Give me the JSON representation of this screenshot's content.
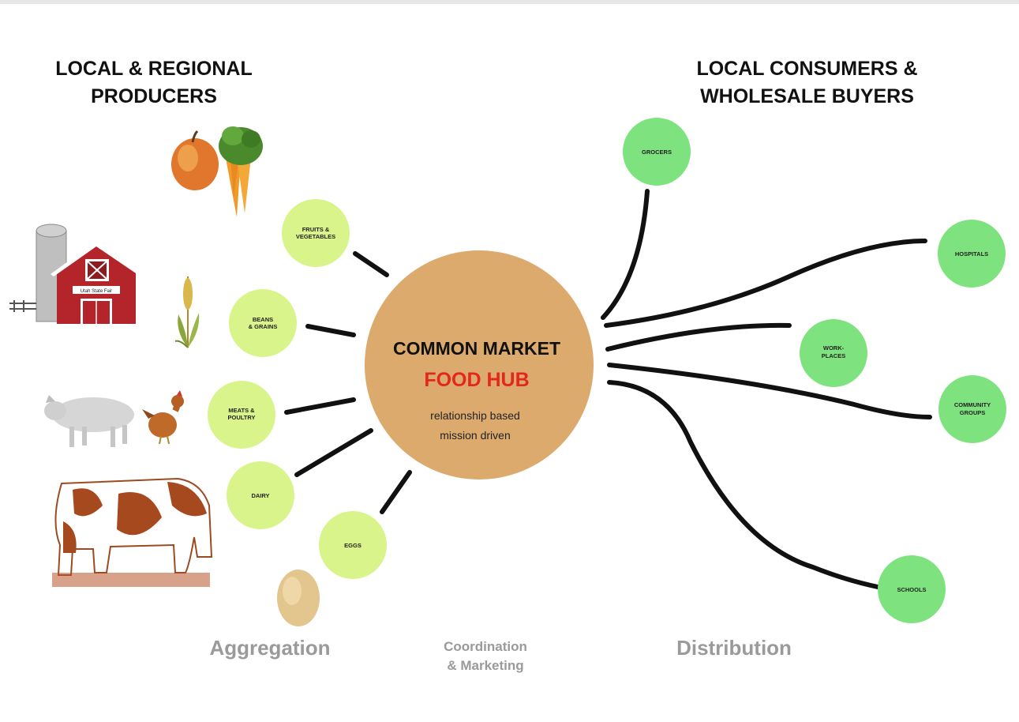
{
  "headings": {
    "producers": [
      "LOCAL & REGIONAL",
      "PRODUCERS"
    ],
    "consumers": [
      "LOCAL CONSUMERS &",
      "WHOLESALE BUYERS"
    ]
  },
  "hub": {
    "title": "COMMON MARKET",
    "subtitle": "FOOD HUB",
    "description": [
      "relationship based",
      "mission driven"
    ]
  },
  "producer_nodes": [
    {
      "lines": [
        "FRUITS &",
        "VEGETABLES"
      ]
    },
    {
      "lines": [
        "BEANS",
        "& GRAINS"
      ]
    },
    {
      "lines": [
        "MEATS &",
        "POULTRY"
      ]
    },
    {
      "lines": [
        "DAIRY"
      ]
    },
    {
      "lines": [
        "EGGS"
      ]
    }
  ],
  "buyer_nodes": [
    {
      "lines": [
        "GROCERS"
      ]
    },
    {
      "lines": [
        "HOSPITALS"
      ]
    },
    {
      "lines": [
        "WORK-",
        "PLACES"
      ]
    },
    {
      "lines": [
        "COMMUNITY",
        "GROUPS"
      ]
    },
    {
      "lines": [
        "SCHOOLS"
      ]
    }
  ],
  "barn_sign": "Utah State Fair",
  "footer": {
    "aggregation": "Aggregation",
    "coordination": [
      "Coordination",
      "& Marketing"
    ],
    "distribution": "Distribution"
  },
  "colors": {
    "hub": "#dcaa6c",
    "producer_node": "#d9f48a",
    "buyer_node": "#7ee37f",
    "connector": "#111111",
    "hub_subtitle": "#e3281b",
    "footer_text": "#9a9a9a"
  }
}
